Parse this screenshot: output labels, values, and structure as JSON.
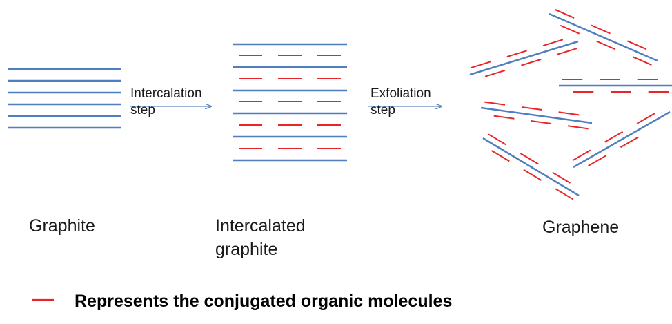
{
  "colors": {
    "sheet": "#4f7fbf",
    "molecule": "#e8262a",
    "arrow": "#5a86c0",
    "text": "#1a1a1a"
  },
  "labels": {
    "graphite": "Graphite",
    "intercalated_line1": "Intercalated",
    "intercalated_line2": "graphite",
    "graphene": "Graphene"
  },
  "steps": {
    "intercalation_line1": "Intercalation",
    "intercalation_line2": "step",
    "exfoliation_line1": "Exfoliation",
    "exfoliation_line2": "step"
  },
  "legend": {
    "text": "Represents the conjugated organic molecules"
  }
}
